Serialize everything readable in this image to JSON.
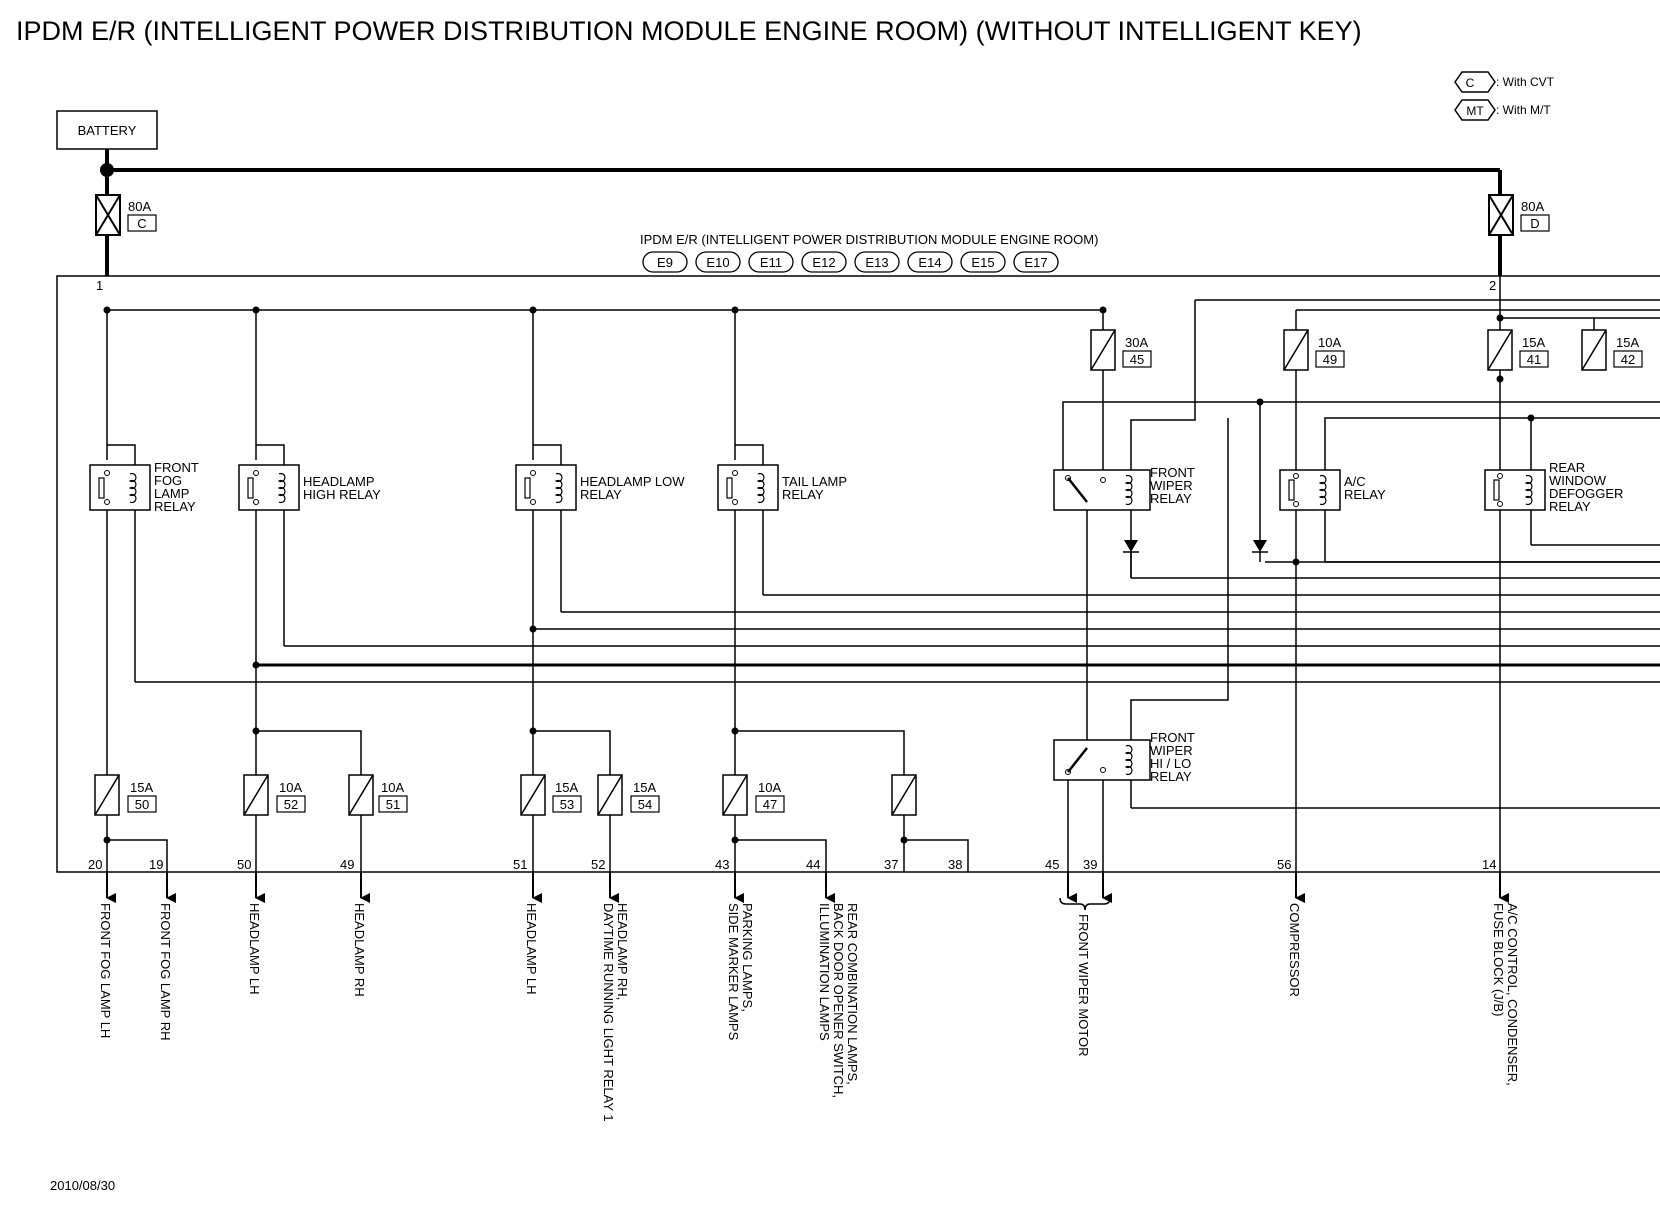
{
  "title": "IPDM E/R (INTELLIGENT POWER DISTRIBUTION MODULE ENGINE ROOM) (WITHOUT INTELLIGENT KEY)",
  "date": "2010/08/30",
  "legend": [
    {
      "code": "C",
      "text": ": With CVT"
    },
    {
      "code": "MT",
      "text": ": With M/T"
    }
  ],
  "battery": "BATTERY",
  "ipdm_label": "IPDM E/R (INTELLIGENT POWER DISTRIBUTION MODULE ENGINE ROOM)",
  "connectors": [
    "E9",
    "E10",
    "E11",
    "E12",
    "E13",
    "E14",
    "E15",
    "E17"
  ],
  "main_fuses": [
    {
      "rating": "80A",
      "id": "C",
      "terminal": "1"
    },
    {
      "rating": "80A",
      "id": "D",
      "terminal": "2"
    }
  ],
  "upper_fuses": [
    {
      "rating": "30A",
      "id": "45"
    },
    {
      "rating": "10A",
      "id": "49"
    },
    {
      "rating": "15A",
      "id": "41"
    },
    {
      "rating": "15A",
      "id": "42"
    }
  ],
  "relays": [
    {
      "label": "FRONT\nFOG\nLAMP\nRELAY"
    },
    {
      "label": "HEADLAMP\nHIGH RELAY"
    },
    {
      "label": "HEADLAMP LOW\nRELAY"
    },
    {
      "label": "TAIL LAMP\nRELAY"
    },
    {
      "label": "FRONT\nWIPER\nRELAY"
    },
    {
      "label": "A/C\nRELAY"
    },
    {
      "label": "REAR\nWINDOW\nDEFOGGER\nRELAY"
    },
    {
      "label": "FRONT\nWIPER\nHI / LO\nRELAY"
    }
  ],
  "lower_fuses": [
    {
      "rating": "15A",
      "id": "50"
    },
    {
      "rating": "10A",
      "id": "52"
    },
    {
      "rating": "10A",
      "id": "51"
    },
    {
      "rating": "15A",
      "id": "53"
    },
    {
      "rating": "15A",
      "id": "54"
    },
    {
      "rating": "10A",
      "id": "47"
    }
  ],
  "terminals": [
    "20",
    "19",
    "50",
    "49",
    "51",
    "52",
    "43",
    "44",
    "37",
    "38",
    "45",
    "39",
    "56",
    "14"
  ],
  "outputs": [
    "FRONT FOG LAMP LH",
    "FRONT FOG LAMP RH",
    "HEADLAMP LH",
    "HEADLAMP RH",
    "HEADLAMP LH",
    "HEADLAMP RH,\nDAYTIME RUNNING LIGHT RELAY 1",
    "PARKING LAMPS,\nSIDE MARKER LAMPS",
    "REAR COMBINATION LAMPS,\nBACK DOOR OPENER SWITCH,\nILLUMINATION LAMPS",
    "FRONT WIPER MOTOR",
    "COMPRESSOR",
    "A/C CONTROL, CONDENSER,\nFUSE BLOCK (J/B)"
  ]
}
